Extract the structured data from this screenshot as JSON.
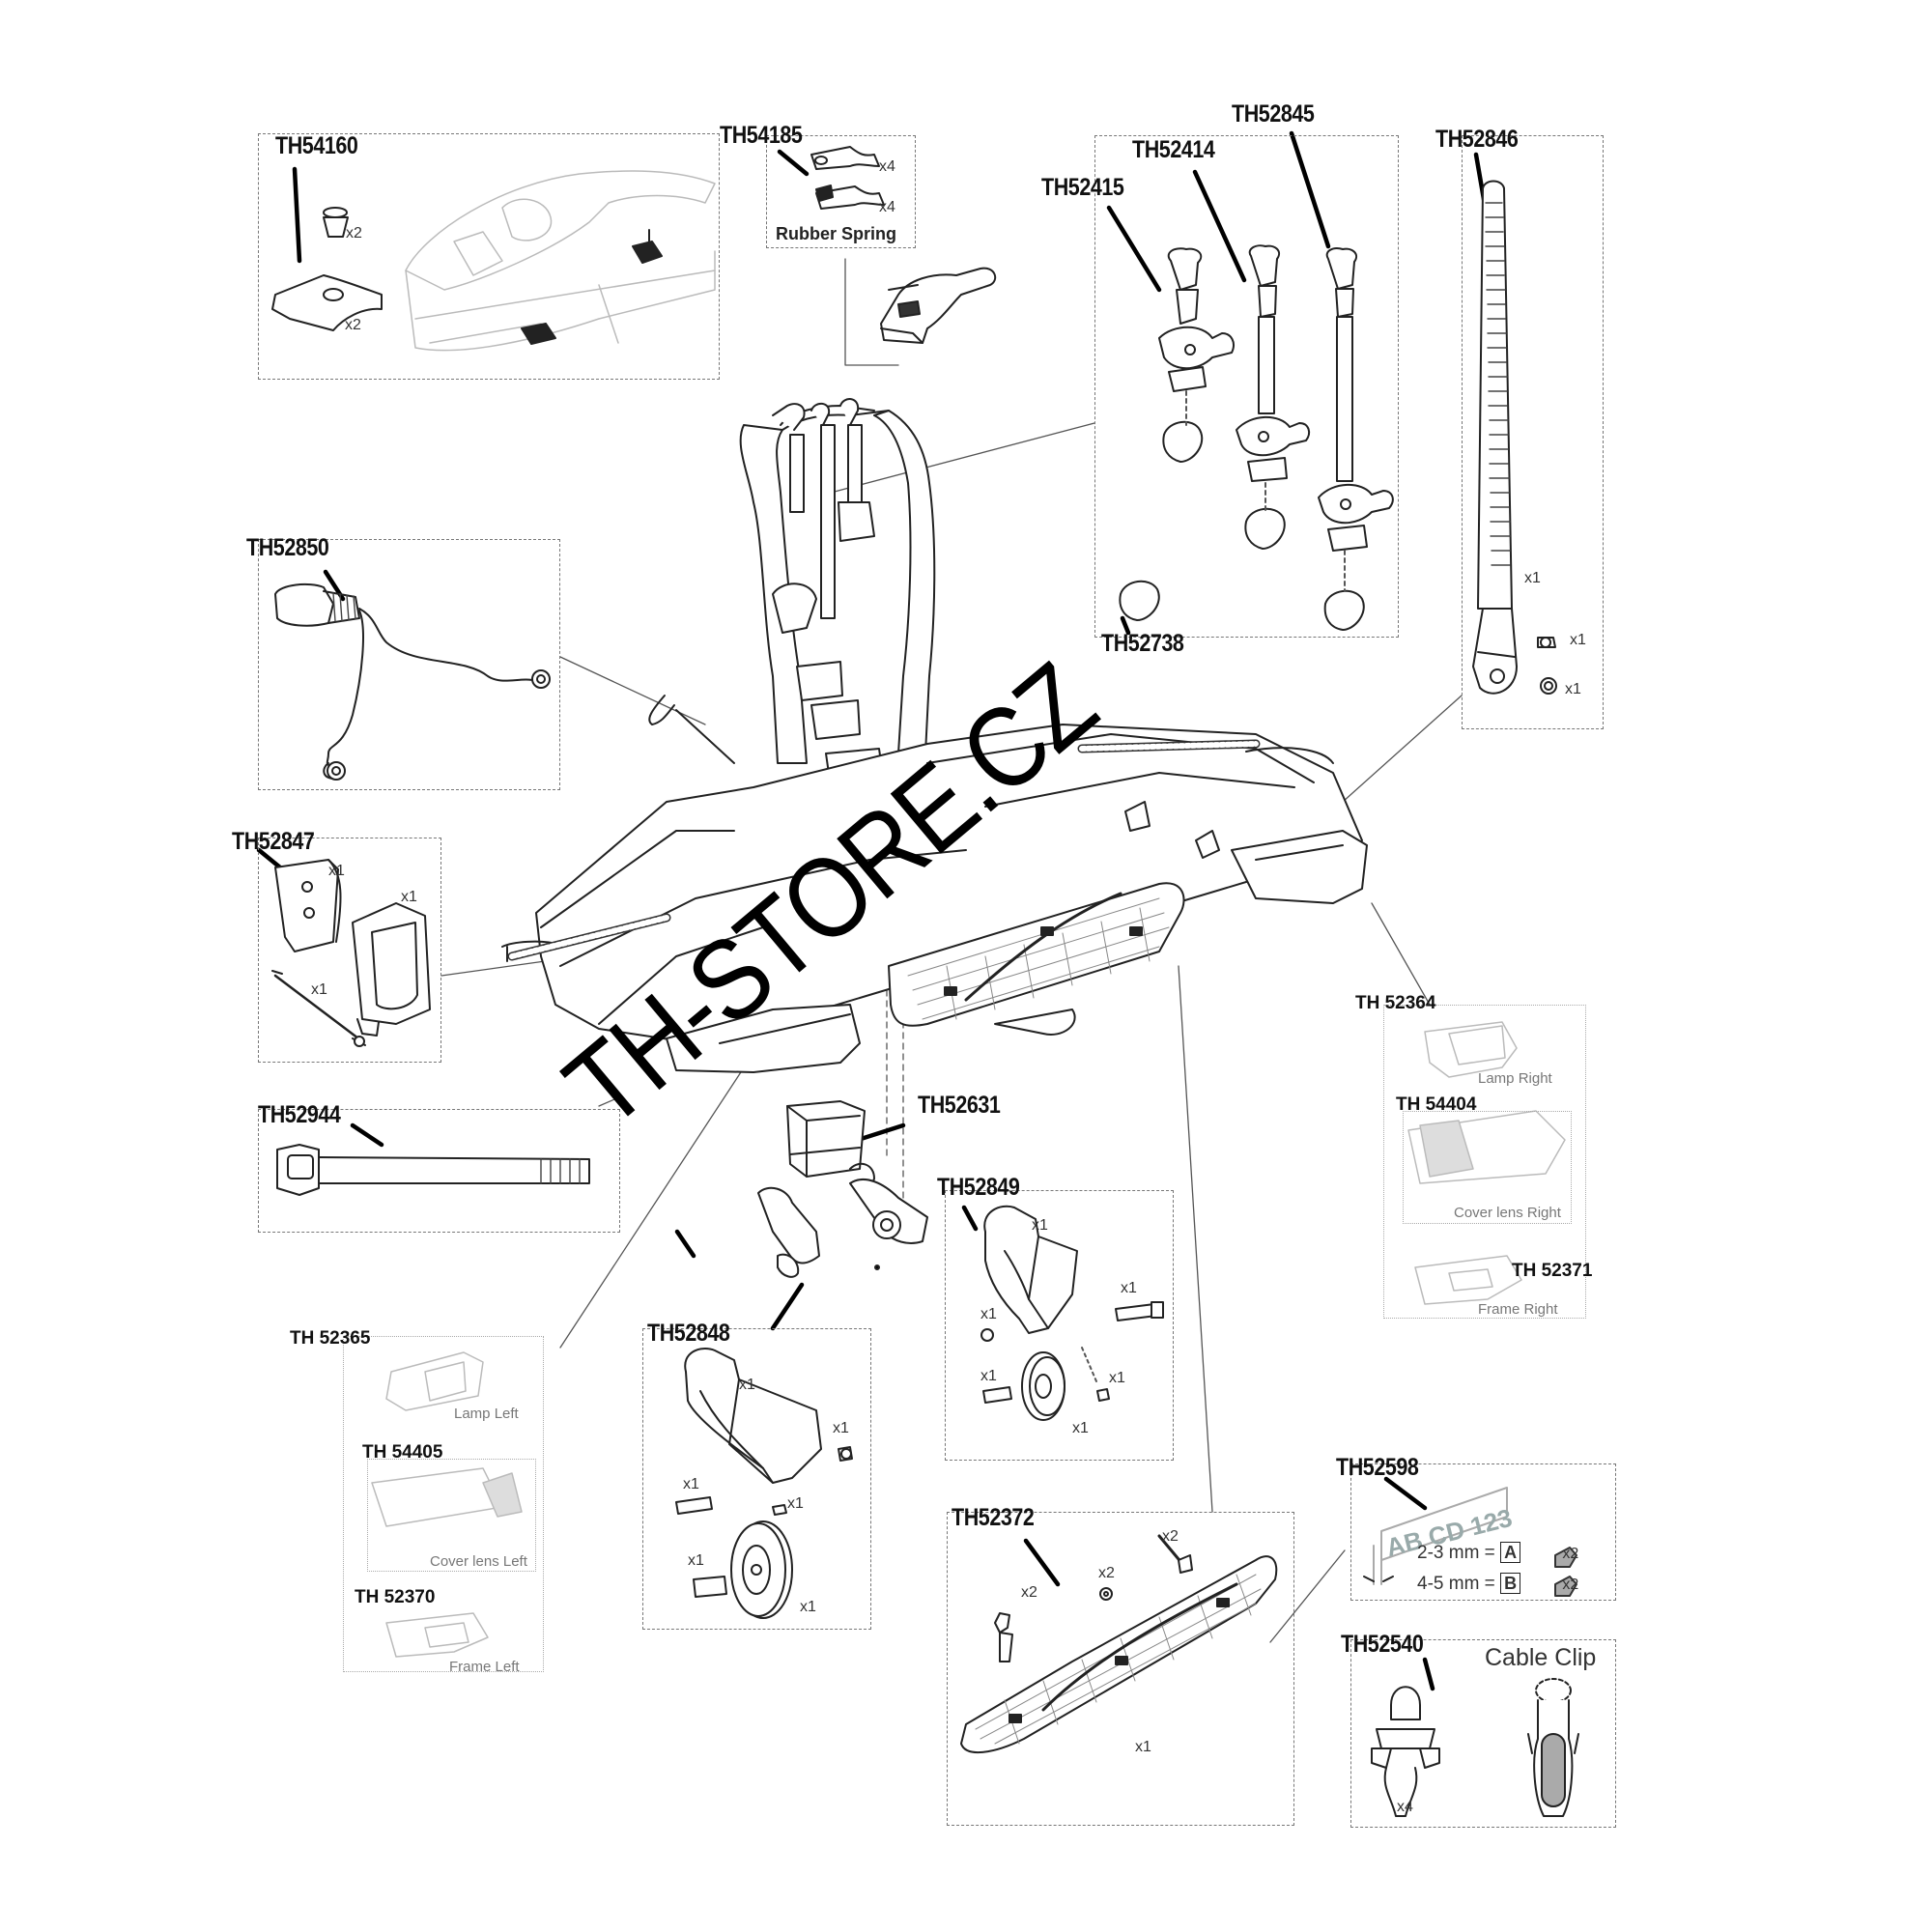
{
  "parts": {
    "th54160": {
      "code": "TH54160",
      "qty_a": "x2",
      "qty_b": "x2"
    },
    "th54185": {
      "code": "TH54185",
      "qty_a": "x4",
      "qty_b": "x4",
      "caption": "Rubber Spring"
    },
    "th52415": {
      "code": "TH52415"
    },
    "th52414": {
      "code": "TH52414"
    },
    "th52845": {
      "code": "TH52845"
    },
    "th52846": {
      "code": "TH52846",
      "qty_a": "x1",
      "qty_b": "x1",
      "qty_c": "x1"
    },
    "th52738": {
      "code": "TH52738"
    },
    "th52850": {
      "code": "TH52850"
    },
    "th52847": {
      "code": "TH52847",
      "qty_a": "x1",
      "qty_b": "x1",
      "qty_c": "x1"
    },
    "th52944": {
      "code": "TH52944"
    },
    "th52631": {
      "code": "TH52631"
    },
    "th52849": {
      "code": "TH52849",
      "qty_a": "x1",
      "qty_b": "x1",
      "qty_c": "x1",
      "qty_d": "x1",
      "qty_e": "x1",
      "qty_f": "x1"
    },
    "th52848": {
      "code": "TH52848",
      "qty_a": "x1",
      "qty_b": "x1",
      "qty_c": "x1",
      "qty_d": "x1",
      "qty_e": "x1",
      "qty_f": "x1"
    },
    "th52372": {
      "code": "TH52372",
      "qty_a": "x2",
      "qty_b": "x2",
      "qty_c": "x2",
      "qty_d": "x1"
    },
    "th52598": {
      "code": "TH52598",
      "plate_text": "AB CD 123",
      "row_a": "2-3 mm =",
      "letter_a": "A",
      "qty_a": "x2",
      "row_b": "4-5 mm =",
      "letter_b": "B",
      "qty_b": "x2"
    },
    "th52540": {
      "code": "TH52540",
      "qty": "x4",
      "caption": "Cable Clip"
    }
  },
  "light_right": {
    "code_lamp": "TH 52364",
    "lamp": "Lamp Right",
    "code_cover": "TH 54404",
    "cover": "Cover lens Right",
    "code_frame": "TH 52371",
    "frame": "Frame Right"
  },
  "light_left": {
    "code_lamp": "TH 52365",
    "lamp": "Lamp Left",
    "code_cover": "TH 54405",
    "cover": "Cover lens Left",
    "code_frame": "TH 52370",
    "frame": "Frame Left"
  },
  "watermark": "TH-STORE.CZ"
}
